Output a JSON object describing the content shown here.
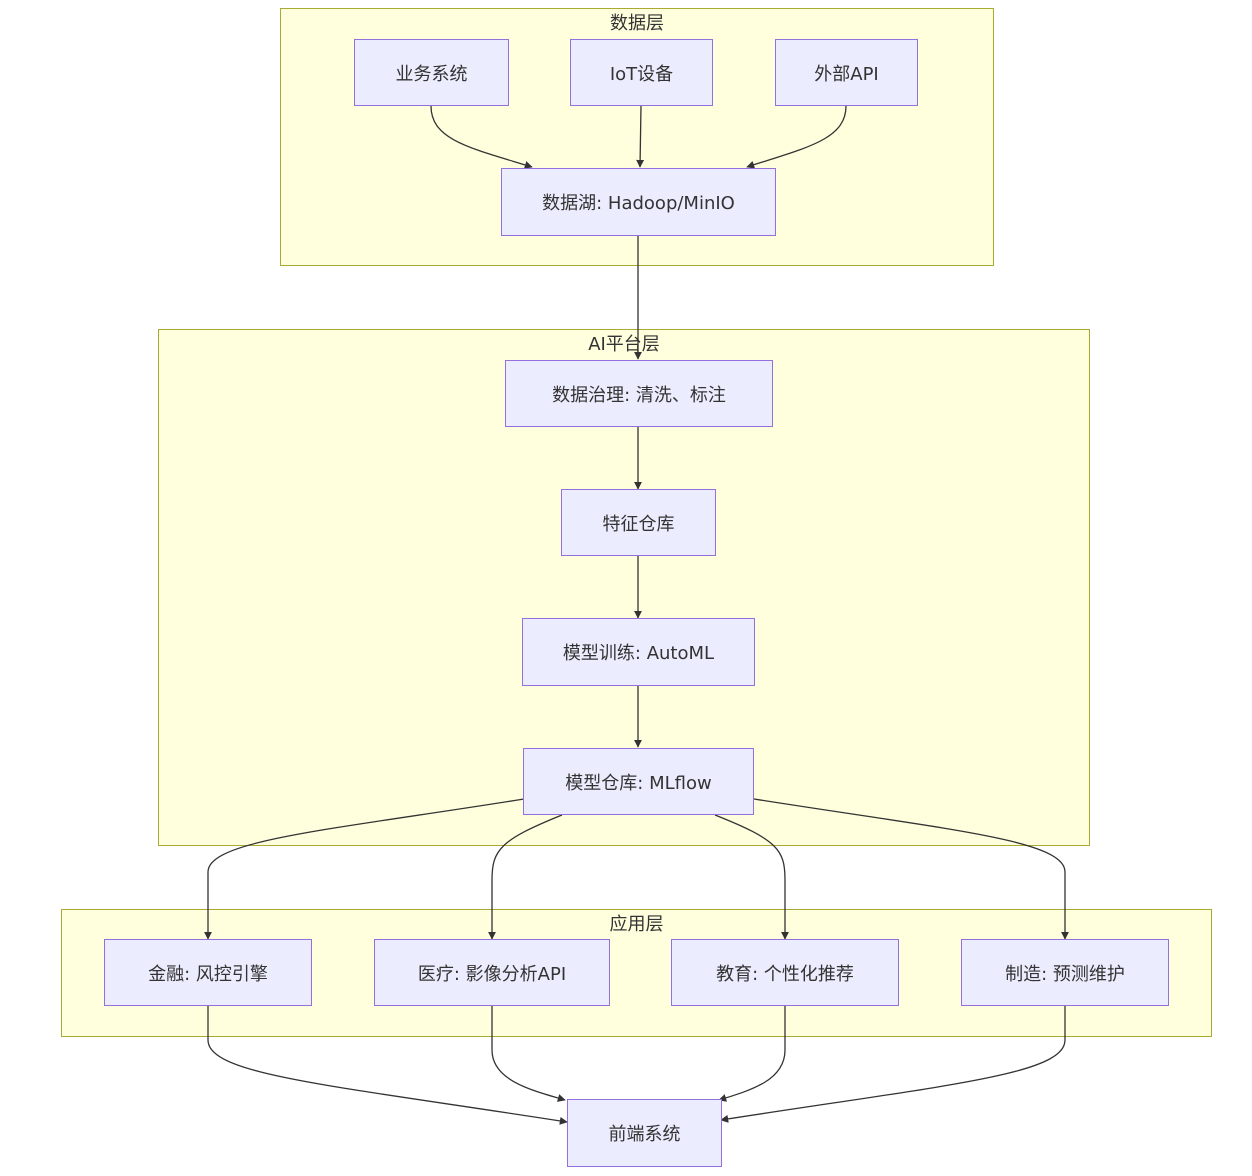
{
  "clusters": {
    "data": {
      "title": "数据层"
    },
    "ai": {
      "title": "AI平台层"
    },
    "app": {
      "title": "应用层"
    }
  },
  "nodes": {
    "biz": "业务系统",
    "iot": "IoT设备",
    "api": "外部API",
    "lake": "数据湖: Hadoop/MinIO",
    "gov": "数据治理: 清洗、标注",
    "feat": "特征仓库",
    "train": "模型训练: AutoML",
    "repo": "模型仓库: MLflow",
    "fin": "金融: 风控引擎",
    "med": "医疗: 影像分析API",
    "edu": "教育: 个性化推荐",
    "mfg": "制造: 预测维护",
    "front": "前端系统"
  },
  "colors": {
    "cluster_fill": "#ffffde",
    "cluster_stroke": "#aaaa33",
    "node_fill": "#ececff",
    "node_stroke": "#9370db",
    "edge": "#333333"
  }
}
